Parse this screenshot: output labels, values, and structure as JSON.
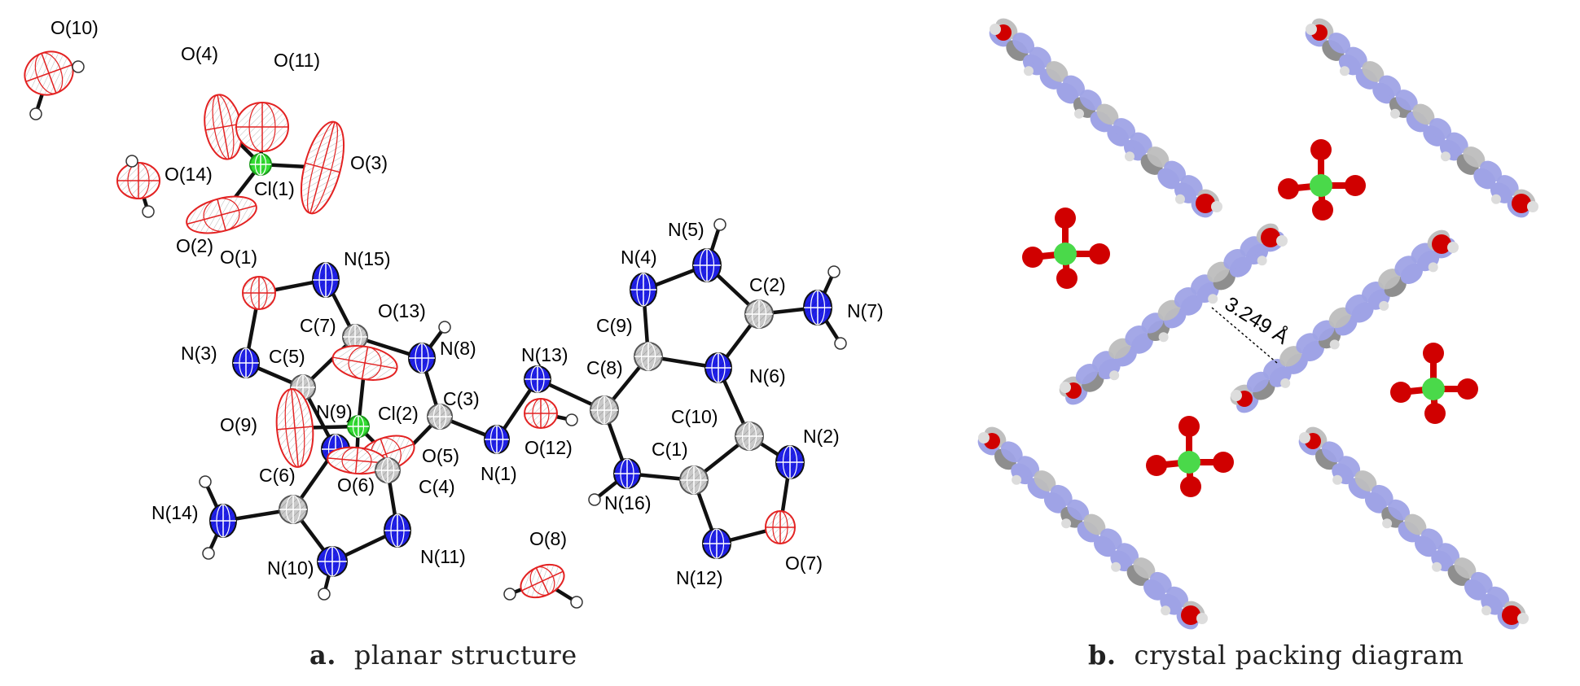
{
  "panel_a": {
    "caption_letter": "a.",
    "caption_text": "planar structure",
    "atom_labels": [
      "O(10)",
      "O(4)",
      "O(11)",
      "O(3)",
      "O(14)",
      "Cl(1)",
      "O(2)",
      "O(1)",
      "N(15)",
      "O(13)",
      "C(7)",
      "N(8)",
      "N(3)",
      "C(5)",
      "N(9)",
      "Cl(2)",
      "C(3)",
      "O(9)",
      "O(5)",
      "O(6)",
      "C(4)",
      "C(6)",
      "N(14)",
      "N(10)",
      "N(11)",
      "N(13)",
      "N(1)",
      "O(12)",
      "C(8)",
      "N(4)",
      "N(5)",
      "C(9)",
      "C(2)",
      "N(7)",
      "N(6)",
      "C(10)",
      "C(1)",
      "N(16)",
      "N(2)",
      "N(12)",
      "O(7)",
      "O(8)"
    ]
  },
  "panel_b": {
    "caption_letter": "b.",
    "caption_text": "crystal packing diagram",
    "distance_label": "3.249 Å"
  },
  "colors": {
    "oxygen": "#e32222",
    "nitrogen": "#2020e8",
    "carbon": "#c9c9c9",
    "chlorine": "#33dd33",
    "hydrogen": "#ffffff",
    "pack_nitrogen": "#9fa3e6",
    "pack_carbon": "#8e8e8e",
    "pack_oxygen": "#d00000",
    "pack_chlorine": "#4ad94a"
  }
}
